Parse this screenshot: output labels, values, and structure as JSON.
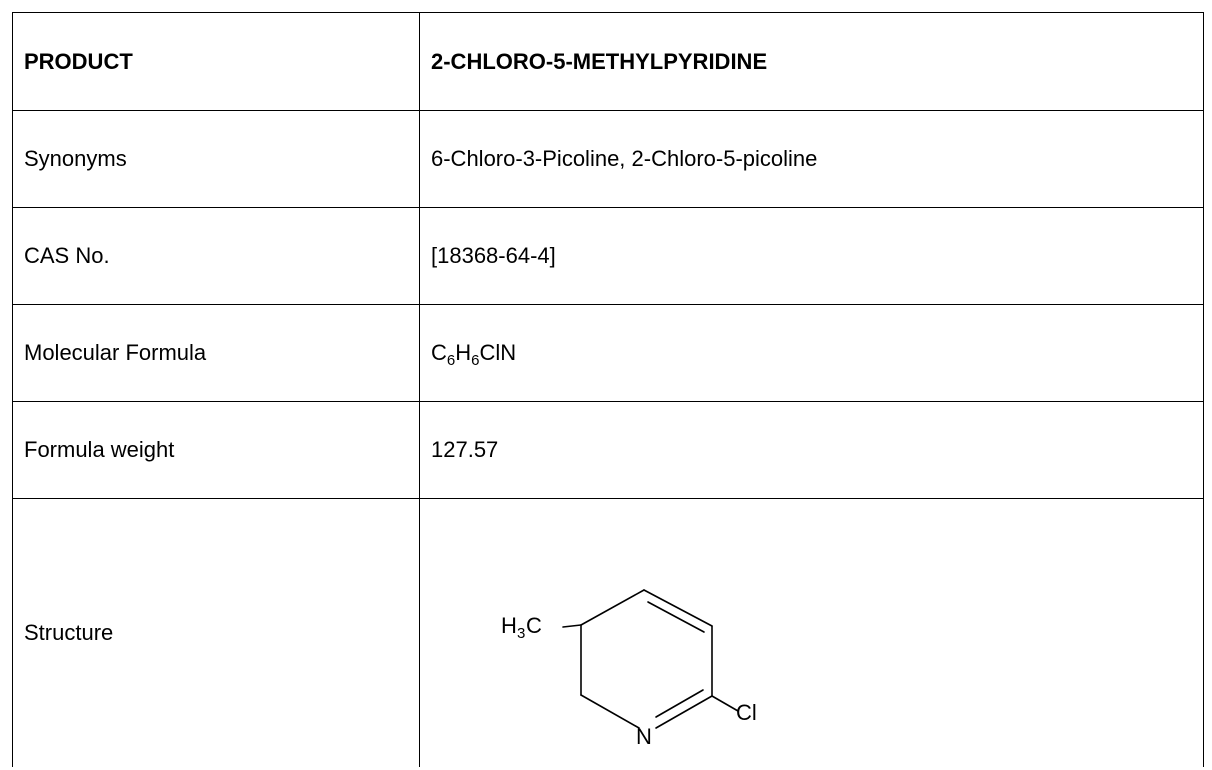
{
  "table": {
    "header": {
      "label": "PRODUCT",
      "value": "2-CHLORO-5-METHYLPYRIDINE"
    },
    "rows": [
      {
        "label": "Synonyms",
        "value": "6-Chloro-3-Picoline, 2-Chloro-5-picoline"
      },
      {
        "label": "CAS No.",
        "value": "[18368-64-4]"
      },
      {
        "label": "Molecular Formula",
        "formula_parts": [
          "C",
          "6",
          "H",
          "6",
          "ClN"
        ]
      },
      {
        "label": "Formula weight",
        "value": "127.57"
      },
      {
        "label": "Structure",
        "atoms": {
          "methyl_h": "H",
          "methyl_sub": "3",
          "methyl_c": "C",
          "nitrogen": "N",
          "chlorine": "Cl"
        }
      }
    ]
  }
}
